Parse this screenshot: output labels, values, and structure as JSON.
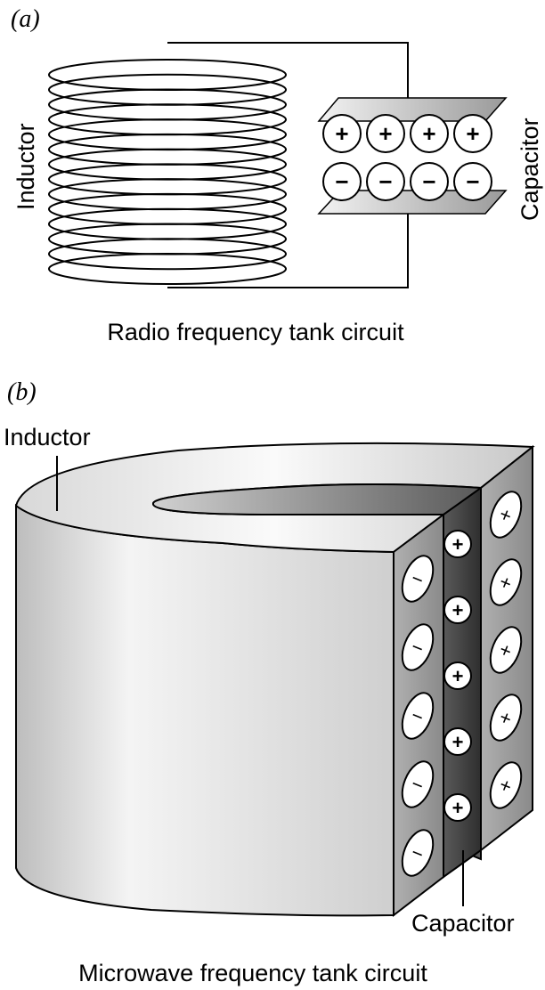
{
  "panel_a": {
    "tag": "(a)",
    "inductor_label": "Inductor",
    "capacitor_label": "Capacitor",
    "caption": "Radio frequency tank circuit",
    "positive_charges": 4,
    "negative_charges": 4,
    "positive_symbol": "+",
    "negative_symbol": "−",
    "coil_turns": 14
  },
  "panel_b": {
    "tag": "(b)",
    "inductor_label": "Inductor",
    "capacitor_label": "Capacitor",
    "caption": "Microwave frequency tank circuit",
    "left_plate_charges": 5,
    "gap_charges": 5,
    "right_plate_charges": 5,
    "positive_symbol": "+",
    "negative_symbol": "−"
  }
}
